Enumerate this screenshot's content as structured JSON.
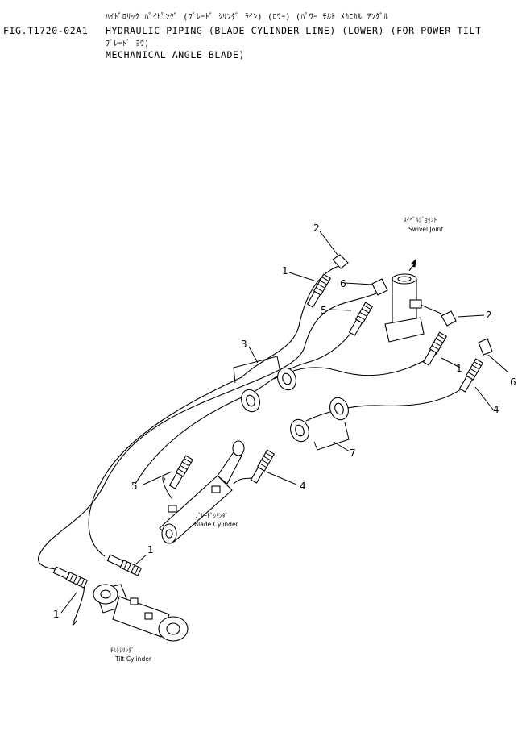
{
  "figure": {
    "number": "FIG.T1720-02A1",
    "title_jp_1": "ﾊｲﾄﾞﾛﾘｯｸ ﾊﾟｲﾋﾟﾝｸﾞ (ﾌﾞﾚｰﾄﾞ ｼﾘﾝﾀﾞ ﾗｲﾝ) (ﾛﾜｰ) (ﾊﾟﾜｰ ﾁﾙﾄ ﾒｶﾆｶﾙ ｱﾝｸﾞﾙ",
    "title_en_1": "HYDRAULIC PIPING (BLADE CYLINDER LINE) (LOWER) (FOR POWER TILT",
    "title_jp_2": "ﾌﾞﾚｰﾄﾞ ﾖｳ)",
    "title_en_2": "MECHANICAL ANGLE BLADE)"
  },
  "components": {
    "swivel_joint": {
      "jp": "ｽｲﾍﾞﾙｼﾞｮｲﾝﾄ",
      "en": "Swivel Joint"
    },
    "blade_cylinder": {
      "jp": "ﾌﾞﾚｰﾄﾞｼﾘﾝﾀﾞ",
      "en": "Blade Cylinder"
    },
    "tilt_cylinder": {
      "jp": "ﾁﾙﾄｼﾘﾝﾀﾞ",
      "en": "Tilt Cylinder"
    }
  },
  "callouts": [
    "1",
    "1",
    "1",
    "1",
    "2",
    "2",
    "3",
    "4",
    "4",
    "5",
    "5",
    "6",
    "6",
    "7"
  ]
}
